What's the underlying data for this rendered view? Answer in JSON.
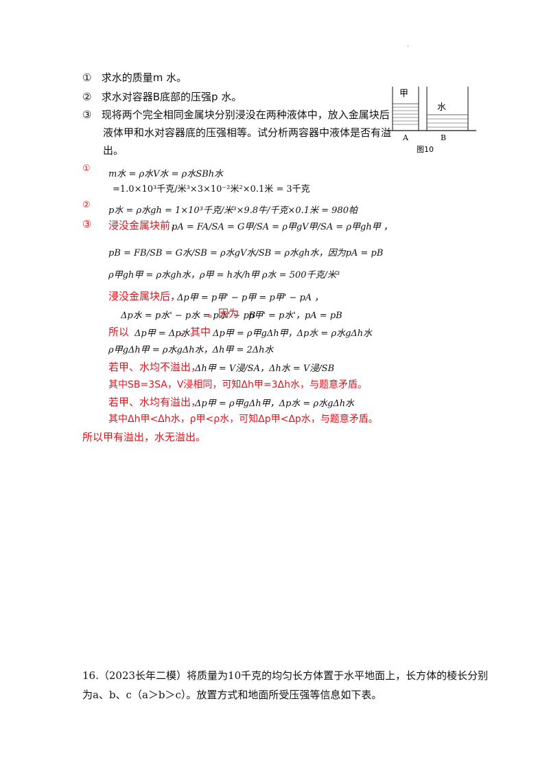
{
  "corner_mark": ".",
  "questions": [
    {
      "num": "①",
      "text": "求水的质量m 水。"
    },
    {
      "num": "②",
      "text": "求水对容器B底部的压强p 水。"
    },
    {
      "num": "③",
      "line1": "现将两个完全相同金属块分别浸没在两种液体中，放入金属块后",
      "line2": "液体甲和水对容器底的压强相等。试分析两容器中液体是否有溢",
      "line3": "出。"
    }
  ],
  "figure": {
    "label_left": "甲",
    "label_right": "水",
    "container_a": "A",
    "container_b": "B",
    "caption": "图10"
  },
  "answers": {
    "a1_num": "①",
    "a1_line1": "m水 = ρ水V水 = ρ水SBh水",
    "a1_line2": "=1.0×10³千克/米³×3×10⁻²米²×0.1米 = 3千克",
    "a2_num": "②",
    "a2_line1": "p水 = ρ水gh = 1×10³千克/米³×9.8牛/千克×0.1米 = 980帕",
    "a3_num": "③",
    "a3_label_before": "浸没金属块前，",
    "a3_pa": "pA = FA/SA = G甲/SA = ρ甲gV甲/SA = ρ甲gh甲 ，",
    "a3_pb": "pB = FB/SB = G水/SB = ρ水gV水/SB = ρ水gh水，因为pA = pB",
    "a3_rho": "ρ甲gh甲 = ρ水gh水，ρ甲 = h水/h甲 ρ水 = 500千克/米³",
    "a3_label_after": "浸没金属块后，",
    "a3_dp_a": "Δp甲 = p甲' − p甲 = p甲' − pA ，",
    "a3_dp_b": "Δp水 = p水' − p水 = p水' − pB",
    "a3_because": "。因为",
    "a3_because_eq": "p甲' = p水'，pA = pB",
    "a3_so": "所以",
    "a3_so_eq": "Δp甲 = Δp水",
    "a3_among": "。其中",
    "a3_among_eq": "Δp甲 = ρ甲gΔh甲，Δp水 = ρ水gΔh水",
    "a3_dh": "ρ甲gΔh甲 = ρ水gΔh水，Δh甲 = 2Δh水",
    "a3_case1": "若甲、水均不溢出，",
    "a3_case1_eq": "Δh甲 = V浸/SA，Δh水 = V浸/SB",
    "a3_case1_conc": "其中SB=3SA，V浸相同，可知Δh甲=3Δh水，与题意矛盾。",
    "a3_case2": "若甲、水均有溢出，",
    "a3_case2_eq": "Δp甲 = ρ甲gΔh甲，Δp水 = ρ水gΔh水",
    "a3_case2_conc": "其中Δh甲<Δh水，ρ甲<ρ水，可知Δp甲<Δp水，与题意矛盾。",
    "a3_final": "所以甲有溢出，水无溢出。"
  },
  "next_question": {
    "line1": "16.（2023长年二模）将质量为10千克的均匀长方体置于水平地面上，长方体的棱长分别",
    "line2": "为a、b、c（a＞b＞c）。放置方式和地面所受压强等信息如下表。"
  },
  "colors": {
    "answer_red": "#e0141c",
    "text": "#111111"
  }
}
